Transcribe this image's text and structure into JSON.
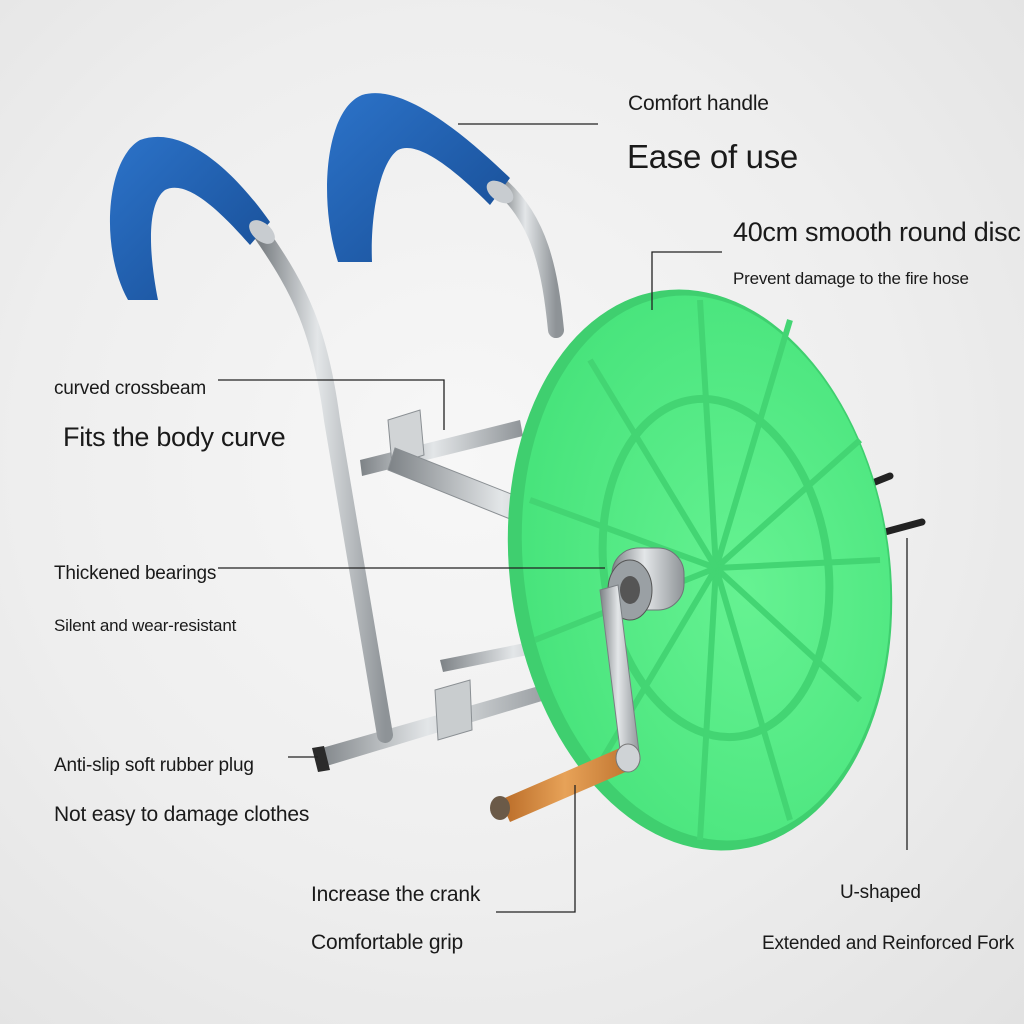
{
  "callouts": {
    "comfort_handle": {
      "title": "Comfort handle",
      "subtitle": "Ease of use"
    },
    "round_disc": {
      "title": "40cm smooth round disc",
      "subtitle": "Prevent damage to the fire hose"
    },
    "crossbeam": {
      "title": "curved crossbeam",
      "subtitle": "Fits the body curve"
    },
    "bearings": {
      "title": "Thickened bearings",
      "subtitle": "Silent and wear-resistant"
    },
    "rubber_plug": {
      "title": "Anti-slip soft rubber plug",
      "subtitle": "Not easy to damage clothes"
    },
    "crank": {
      "title": "Increase the crank",
      "subtitle": "Comfortable grip"
    },
    "fork": {
      "title": "U-shaped",
      "subtitle": "Extended and Reinforced Fork"
    }
  },
  "colors": {
    "disc": "#5ff08c",
    "handle_foam": "#1f5fb0",
    "frame": "#b9bdbf",
    "crank_grip": "#d58a3c"
  }
}
